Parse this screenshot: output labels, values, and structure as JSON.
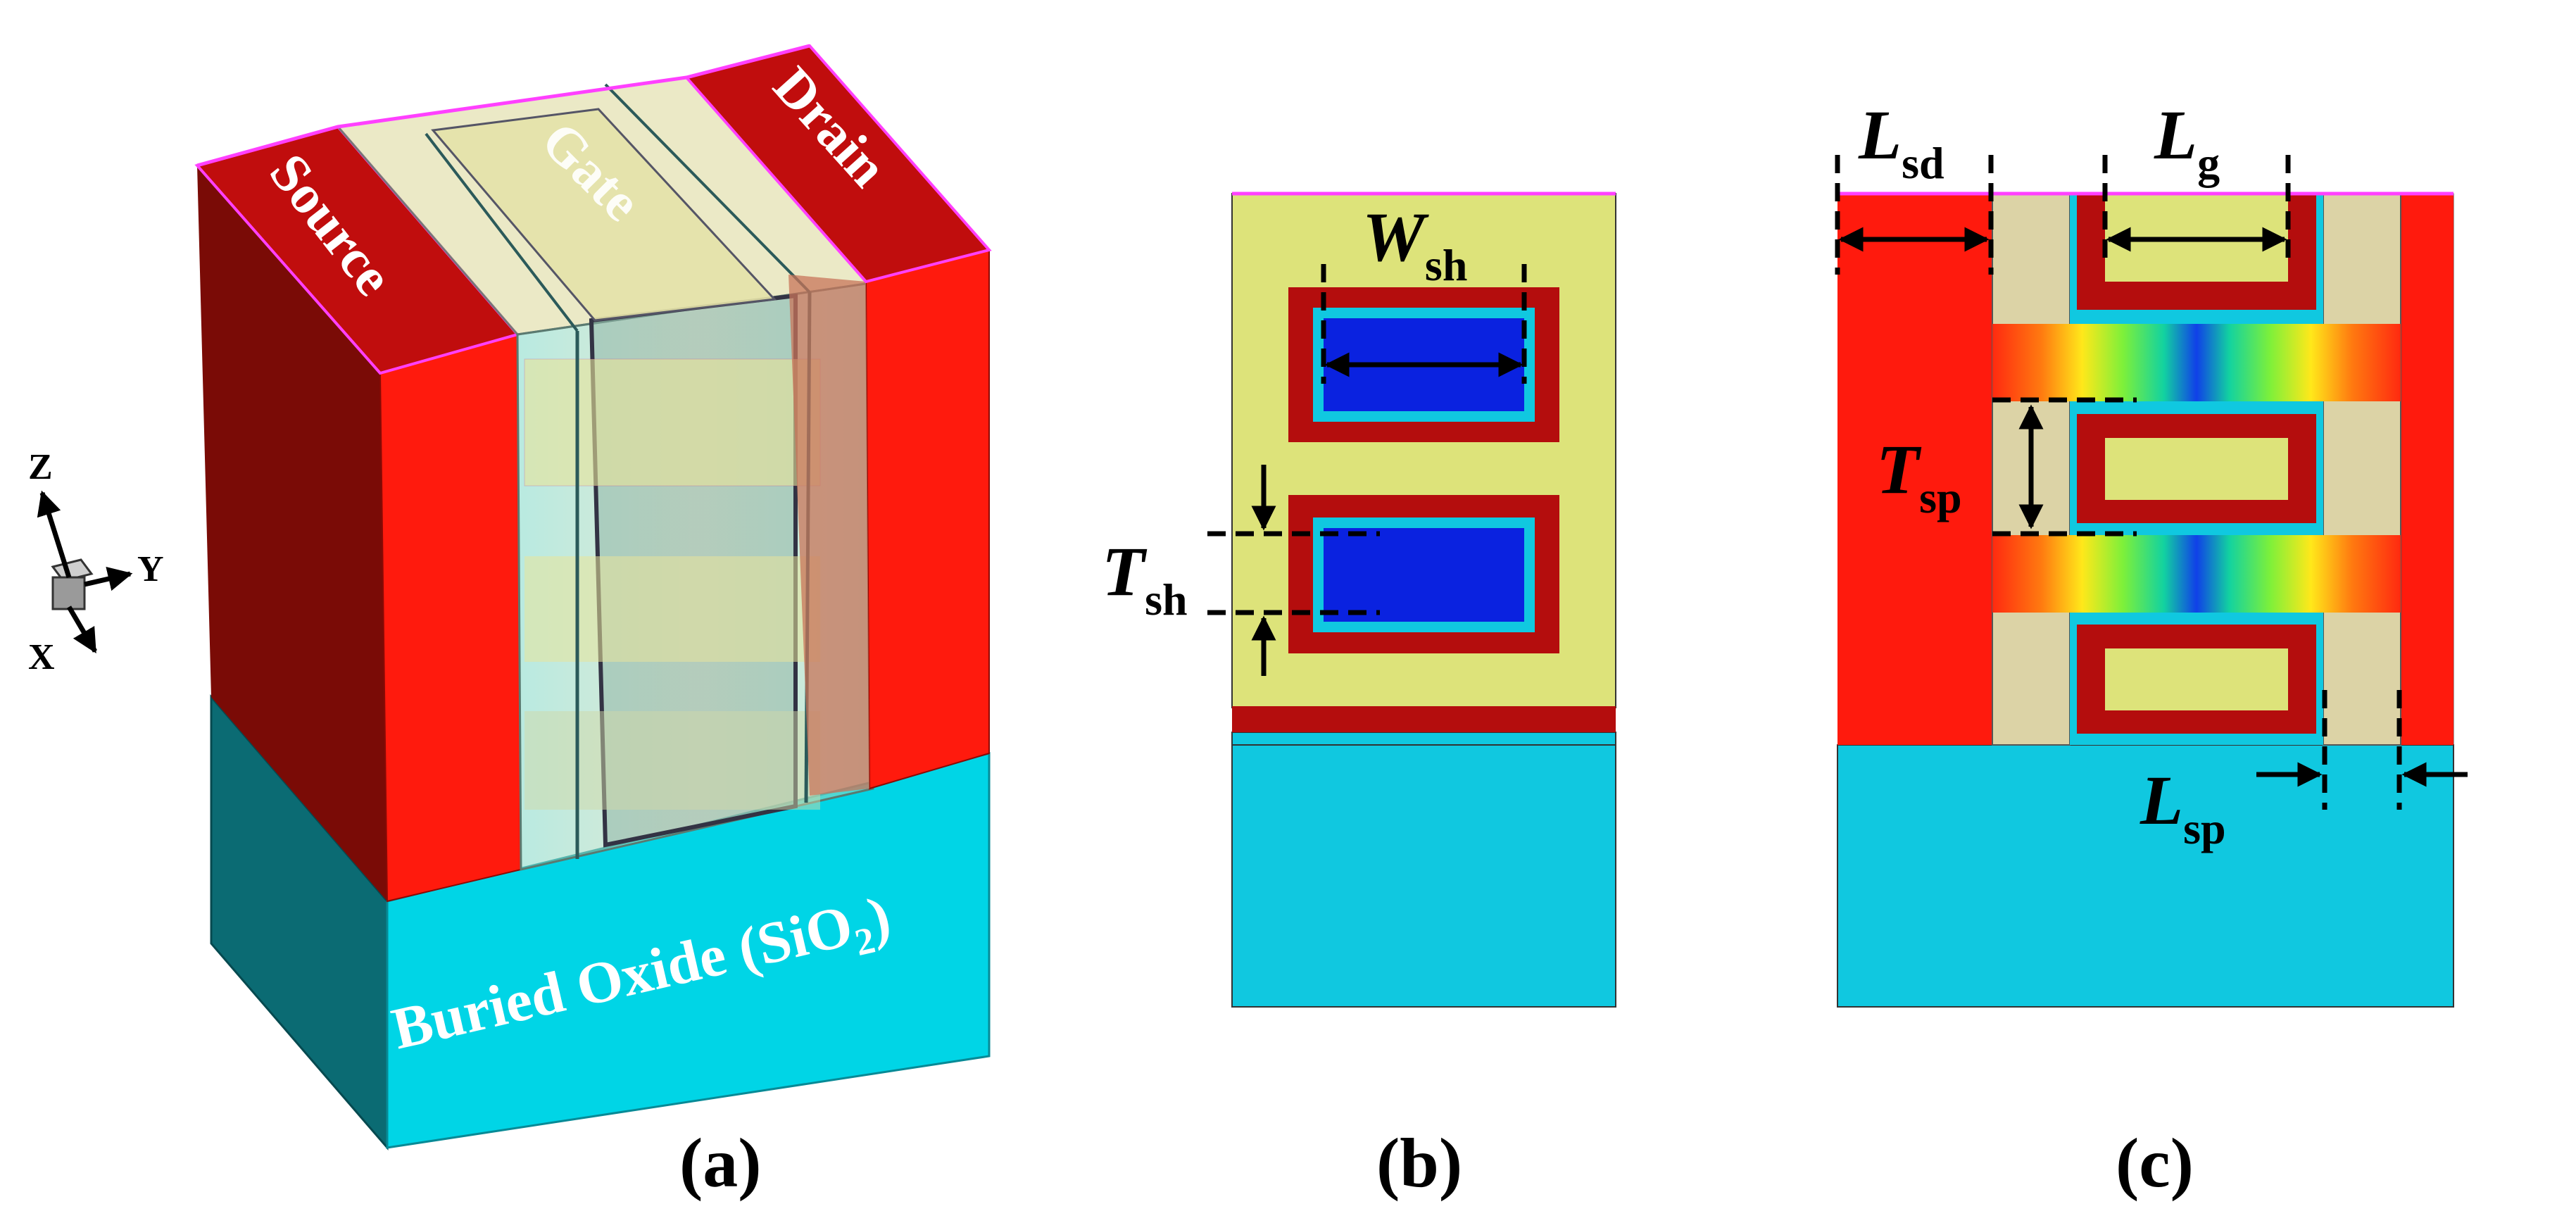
{
  "panels": {
    "a": {
      "caption": "(a)",
      "source_label": "Source",
      "gate_label": "Gate",
      "drain_label": "Drain",
      "box_label_main": "Buried Oxide (SiO",
      "box_label_sub": "2",
      "box_label_close": ")",
      "axes": {
        "z": "Z",
        "y": "Y",
        "x": "X"
      }
    },
    "b": {
      "caption": "(b)",
      "w_main": "W",
      "w_sub": "sh",
      "t_main": "T",
      "t_sub": "sh"
    },
    "c": {
      "caption": "(c)",
      "lsd_main": "L",
      "lsd_sub": "sd",
      "lg_main": "L",
      "lg_sub": "g",
      "tsp_main": "T",
      "tsp_sub": "sp",
      "lsp_main": "L",
      "lsp_sub": "sp"
    }
  },
  "colors": {
    "source_drain": "#ff1a0d",
    "source_drain_dark": "#7a0b06",
    "box_front": "#00d5e6",
    "box_side": "#0b6b73",
    "gate_fill": "#dde37a",
    "gate_ring": "#b40d0d",
    "channel": "#0a22e0",
    "spacer": "#dcd3a6",
    "oxide": "#10c8e0"
  }
}
